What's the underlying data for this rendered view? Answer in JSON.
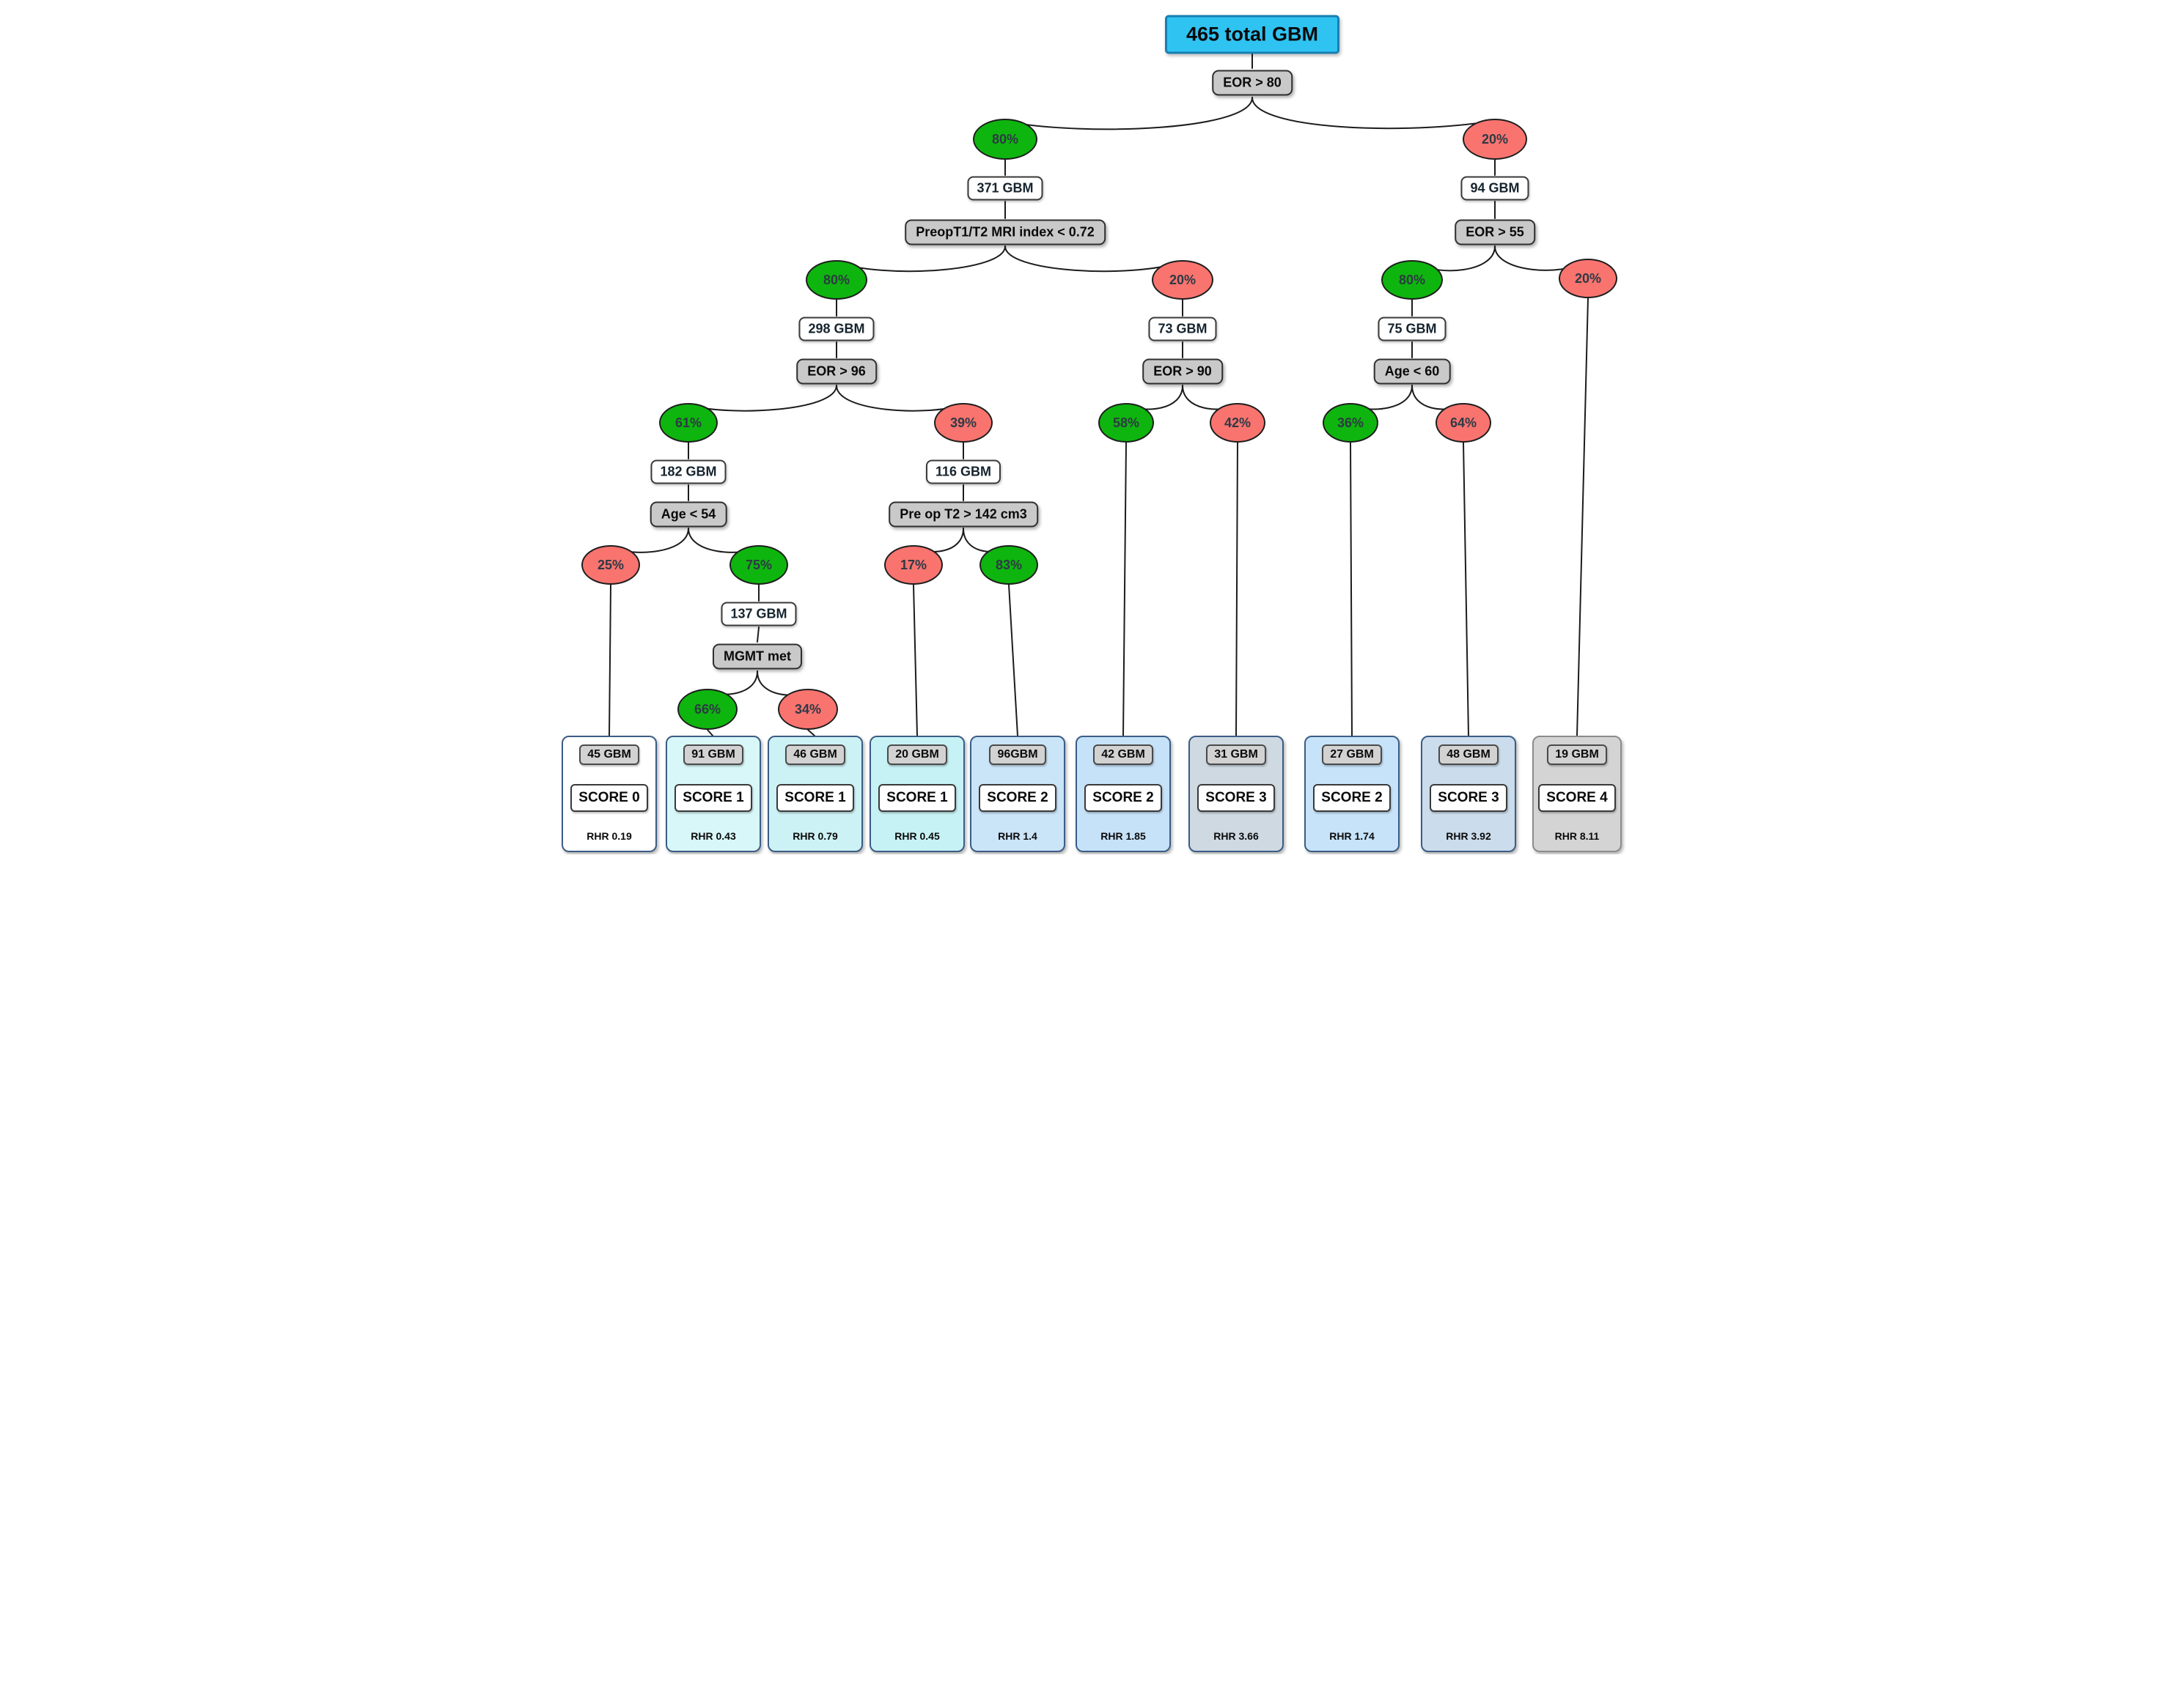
{
  "title": "GBM recursive partitioning decision tree",
  "colors": {
    "root_fill": "#2fc3f2",
    "root_border": "#177fb0",
    "positive_green": "#0eb50e",
    "negative_red": "#f9746f",
    "condition_fill": "#c9c9c9",
    "leaf_border_blue": "#3b5d85",
    "leaf_border_gray": "#8c8c8c"
  },
  "root": {
    "label": "465 total GBM"
  },
  "decisions": {
    "eor80": "EOR > 80",
    "preop": "PreopT1/T2 MRI index < 0.72",
    "eor55": "EOR > 55",
    "eor96": "EOR > 96",
    "eor90": "EOR > 90",
    "age60": "Age < 60",
    "age54": "Age < 54",
    "pret2": "Pre op T2 > 142 cm3",
    "mgmt": "MGMT met"
  },
  "counts": {
    "c371": "371 GBM",
    "c94": "94 GBM",
    "c298": "298 GBM",
    "c73": "73 GBM",
    "c75": "75 GBM",
    "c182": "182 GBM",
    "c116": "116 GBM",
    "c137": "137 GBM"
  },
  "percents": {
    "p80L": "80%",
    "p20R": "20%",
    "p80b": "80%",
    "p20m": "20%",
    "p80r": "80%",
    "p20fr": "20%",
    "p61": "61%",
    "p39": "39%",
    "p58": "58%",
    "p42": "42%",
    "p36": "36%",
    "p64": "64%",
    "p25": "25%",
    "p75": "75%",
    "p17": "17%",
    "p83": "83%",
    "p66": "66%",
    "p34": "34%"
  },
  "leaves": [
    {
      "gbm": "45 GBM",
      "score": "SCORE 0",
      "rhr": "RHR 0.19"
    },
    {
      "gbm": "91 GBM",
      "score": "SCORE 1",
      "rhr": "RHR 0.43"
    },
    {
      "gbm": "46 GBM",
      "score": "SCORE 1",
      "rhr": "RHR 0.79"
    },
    {
      "gbm": "20 GBM",
      "score": "SCORE 1",
      "rhr": "RHR 0.45"
    },
    {
      "gbm": "96GBM",
      "score": "SCORE 2",
      "rhr": "RHR 1.4"
    },
    {
      "gbm": "42 GBM",
      "score": "SCORE 2",
      "rhr": "RHR 1.85"
    },
    {
      "gbm": "31 GBM",
      "score": "SCORE 3",
      "rhr": "RHR 3.66"
    },
    {
      "gbm": "27 GBM",
      "score": "SCORE 2",
      "rhr": "RHR 1.74"
    },
    {
      "gbm": "48 GBM",
      "score": "SCORE 3",
      "rhr": "RHR 3.92"
    },
    {
      "gbm": "19 GBM",
      "score": "SCORE 4",
      "rhr": "RHR 8.11"
    }
  ]
}
